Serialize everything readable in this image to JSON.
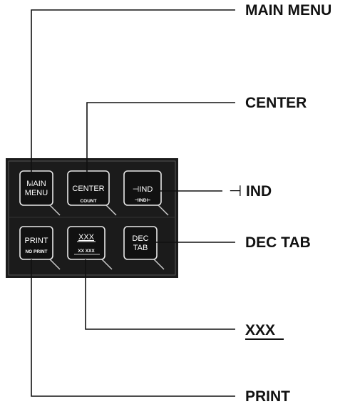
{
  "keys": {
    "main_menu": {
      "line1": "MAIN",
      "line2": "MENU"
    },
    "center": {
      "main": "CENTER",
      "sub": "COUNT"
    },
    "ind": {
      "main": "⊣IND",
      "sub": "⊣IND⊢"
    },
    "print": {
      "main": "PRINT",
      "sub": "NO PRINT"
    },
    "underline": {
      "main": "XXX",
      "sub": "XX XXX"
    },
    "dec_tab": {
      "line1": "DEC",
      "line2": "TAB"
    }
  },
  "callouts": {
    "main_menu": "MAIN MENU",
    "center": "CENTER",
    "ind_symbol": "⊣",
    "ind": "IND",
    "dec_tab": "DEC TAB",
    "underline": "XXX",
    "print": "PRINT"
  },
  "colors": {
    "panel": "#1b1b1b",
    "key": "#111111",
    "key_border": "#e8e8e8",
    "text": "#111111"
  }
}
